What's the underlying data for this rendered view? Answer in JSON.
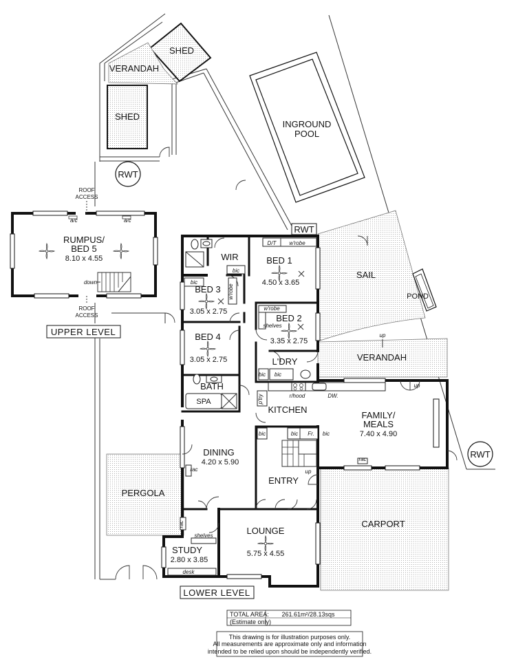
{
  "outdoor": {
    "shed_top": "SHED",
    "verandah_top": "VERANDAH",
    "shed_left": "SHED",
    "rwt_top": "RWT",
    "pool_line1": "INGROUND",
    "pool_line2": "POOL",
    "roof_access_top_1": "ROOF",
    "roof_access_top_2": "ACCESS",
    "roof_access_bottom_1": "ROOF",
    "roof_access_bottom_2": "ACCESS",
    "rwt_mid": "RWT",
    "sail": "SAIL",
    "pond": "POND",
    "verandah_mid": "VERANDAH",
    "verandah_up": "up",
    "rwt_right": "RWT",
    "pergola": "PERGOLA",
    "carport": "CARPORT"
  },
  "upper": {
    "rumpus_line1": "RUMPUS/",
    "rumpus_line2": "BED 5",
    "rumpus_dim": "8.10 x 4.55",
    "ac1": "a/c",
    "ac2": "a/c",
    "down": "down",
    "level_label": "UPPER LEVEL"
  },
  "lower": {
    "wir": "WIR",
    "bic_wir": "bic",
    "bed1": "BED 1",
    "bed1_dim": "4.50 x 3.65",
    "dt": "D/T",
    "wrobe1": "w'robe",
    "bed3": "BED 3",
    "bed3_dim": "3.05 x 2.75",
    "bic_bed3": "bic",
    "wrobe3": "w'robe",
    "bed2": "BED 2",
    "bed2_dim": "3.35 x 2.75",
    "wrobe2": "w'robe",
    "shelves2": "shelves",
    "bed4": "BED 4",
    "bed4_dim": "3.05 x 2.75",
    "bath": "BATH",
    "spa": "SPA",
    "ldry": "L'DRY",
    "bic_l1": "bic",
    "bic_l2": "bic",
    "kitchen": "KITCHEN",
    "ptry": "p'try",
    "rhood": "r/hood",
    "dw": "DW.",
    "bic_k": "bic",
    "bic_k2": "bic",
    "fr": "Fr.",
    "bic_k3": "bic",
    "family_line1": "FAMILY/",
    "family_line2": "MEALS",
    "family_dim": "7.40 x 4.90",
    "rac_family": "rac",
    "family_up": "up",
    "dining": "DINING",
    "dining_dim": "4.20 x 5.90",
    "rac_dining": "rac",
    "entry": "ENTRY",
    "entry_up": "up",
    "lounge": "LOUNGE",
    "lounge_dim": "5.75 x 4.55",
    "study": "STUDY",
    "study_dim": "2.80 x 3.85",
    "shelves_study": "shelves",
    "rac_study": "rac",
    "desk": "desk",
    "level_label": "LOWER LEVEL"
  },
  "area": {
    "label": "TOTAL AREA:",
    "value": "261.61m²/28.13sqs",
    "note": "(Estimate only)"
  },
  "disclaimer": {
    "line1": "This drawing is for illustration purposes only.",
    "line2": "All measurements are approximate only and information",
    "line3": "intended to be relied upon should be independently verified."
  }
}
